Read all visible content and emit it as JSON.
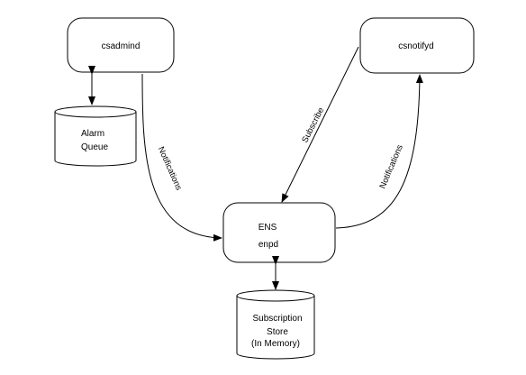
{
  "nodes": {
    "csadmind": "csadmind",
    "csnotifyd": "csnotifyd",
    "ens_title": "ENS",
    "ens_subtitle": "enpd",
    "alarm_queue_line1": "Alarm",
    "alarm_queue_line2": "Queue",
    "store_line1": "Subscription",
    "store_line2": "Store",
    "store_line3": "(In Memory)"
  },
  "edges": {
    "csadmind_to_ens": "Notifications",
    "csnotifyd_to_ens": "Subscribe",
    "ens_to_csnotifyd": "Notifications"
  }
}
